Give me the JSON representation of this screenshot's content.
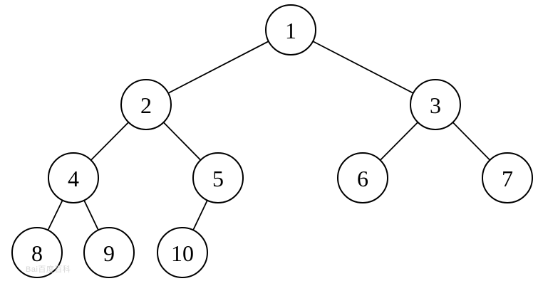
{
  "tree": {
    "nodes": [
      {
        "id": "1",
        "label": "1"
      },
      {
        "id": "2",
        "label": "2"
      },
      {
        "id": "3",
        "label": "3"
      },
      {
        "id": "4",
        "label": "4"
      },
      {
        "id": "5",
        "label": "5"
      },
      {
        "id": "6",
        "label": "6"
      },
      {
        "id": "7",
        "label": "7"
      },
      {
        "id": "8",
        "label": "8"
      },
      {
        "id": "9",
        "label": "9"
      },
      {
        "id": "10",
        "label": "10"
      }
    ],
    "edges": [
      [
        "1",
        "2"
      ],
      [
        "1",
        "3"
      ],
      [
        "2",
        "4"
      ],
      [
        "2",
        "5"
      ],
      [
        "3",
        "6"
      ],
      [
        "3",
        "7"
      ],
      [
        "4",
        "8"
      ],
      [
        "4",
        "9"
      ],
      [
        "5",
        "10"
      ]
    ]
  },
  "watermark": {
    "text": "Bai百度百科"
  },
  "colors": {
    "stroke": "#000000",
    "fill": "#ffffff",
    "watermark": "#d8d8d8"
  }
}
